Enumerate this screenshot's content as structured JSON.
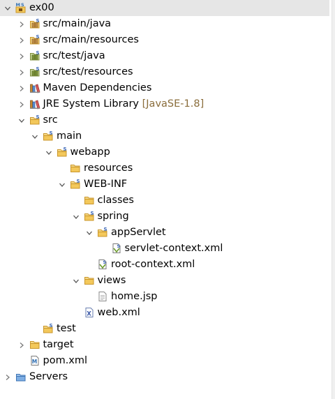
{
  "tree": {
    "items": [
      {
        "label": "ex00",
        "suffix": "",
        "depth": 0,
        "expanded": true,
        "twisty": true,
        "icon": "maven-project-icon",
        "selected": true
      },
      {
        "label": "src/main/java",
        "suffix": "",
        "depth": 1,
        "expanded": false,
        "twisty": true,
        "icon": "source-folder-icon"
      },
      {
        "label": "src/main/resources",
        "suffix": "",
        "depth": 1,
        "expanded": false,
        "twisty": true,
        "icon": "source-folder-icon"
      },
      {
        "label": "src/test/java",
        "suffix": "",
        "depth": 1,
        "expanded": false,
        "twisty": true,
        "icon": "test-source-folder-icon"
      },
      {
        "label": "src/test/resources",
        "suffix": "",
        "depth": 1,
        "expanded": false,
        "twisty": true,
        "icon": "test-source-folder-icon"
      },
      {
        "label": "Maven Dependencies",
        "suffix": "",
        "depth": 1,
        "expanded": false,
        "twisty": true,
        "icon": "library-icon"
      },
      {
        "label": "JRE System Library",
        "suffix": "[JavaSE-1.8]",
        "depth": 1,
        "expanded": false,
        "twisty": true,
        "icon": "library-icon"
      },
      {
        "label": "src",
        "suffix": "",
        "depth": 1,
        "expanded": true,
        "twisty": true,
        "icon": "spring-folder-icon"
      },
      {
        "label": "main",
        "suffix": "",
        "depth": 2,
        "expanded": true,
        "twisty": true,
        "icon": "spring-folder-icon"
      },
      {
        "label": "webapp",
        "suffix": "",
        "depth": 3,
        "expanded": true,
        "twisty": true,
        "icon": "spring-folder-icon"
      },
      {
        "label": "resources",
        "suffix": "",
        "depth": 4,
        "expanded": false,
        "twisty": false,
        "icon": "folder-icon"
      },
      {
        "label": "WEB-INF",
        "suffix": "",
        "depth": 4,
        "expanded": true,
        "twisty": true,
        "icon": "spring-folder-icon"
      },
      {
        "label": "classes",
        "suffix": "",
        "depth": 5,
        "expanded": false,
        "twisty": false,
        "icon": "folder-icon"
      },
      {
        "label": "spring",
        "suffix": "",
        "depth": 5,
        "expanded": true,
        "twisty": true,
        "icon": "spring-folder-icon"
      },
      {
        "label": "appServlet",
        "suffix": "",
        "depth": 6,
        "expanded": true,
        "twisty": true,
        "icon": "spring-folder-icon"
      },
      {
        "label": "servlet-context.xml",
        "suffix": "",
        "depth": 7,
        "expanded": false,
        "twisty": false,
        "icon": "spring-bean-xml-icon"
      },
      {
        "label": "root-context.xml",
        "suffix": "",
        "depth": 6,
        "expanded": false,
        "twisty": false,
        "icon": "spring-bean-xml-icon"
      },
      {
        "label": "views",
        "suffix": "",
        "depth": 5,
        "expanded": true,
        "twisty": true,
        "icon": "folder-icon"
      },
      {
        "label": "home.jsp",
        "suffix": "",
        "depth": 6,
        "expanded": false,
        "twisty": false,
        "icon": "jsp-file-icon"
      },
      {
        "label": "web.xml",
        "suffix": "",
        "depth": 5,
        "expanded": false,
        "twisty": false,
        "icon": "xml-file-icon"
      },
      {
        "label": "test",
        "suffix": "",
        "depth": 2,
        "expanded": false,
        "twisty": false,
        "icon": "spring-folder-icon"
      },
      {
        "label": "target",
        "suffix": "",
        "depth": 1,
        "expanded": false,
        "twisty": true,
        "icon": "folder-icon"
      },
      {
        "label": "pom.xml",
        "suffix": "",
        "depth": 1,
        "expanded": false,
        "twisty": false,
        "icon": "pom-file-icon"
      },
      {
        "label": "Servers",
        "suffix": "",
        "depth": 0,
        "expanded": false,
        "twisty": true,
        "icon": "servers-folder-icon"
      }
    ]
  },
  "colors": {
    "selection": "#e6e6e6",
    "decoration": "#8a6d3b",
    "folder": "#e8b94a",
    "spring": "#6db33f",
    "java_package": "#b07a2c"
  }
}
